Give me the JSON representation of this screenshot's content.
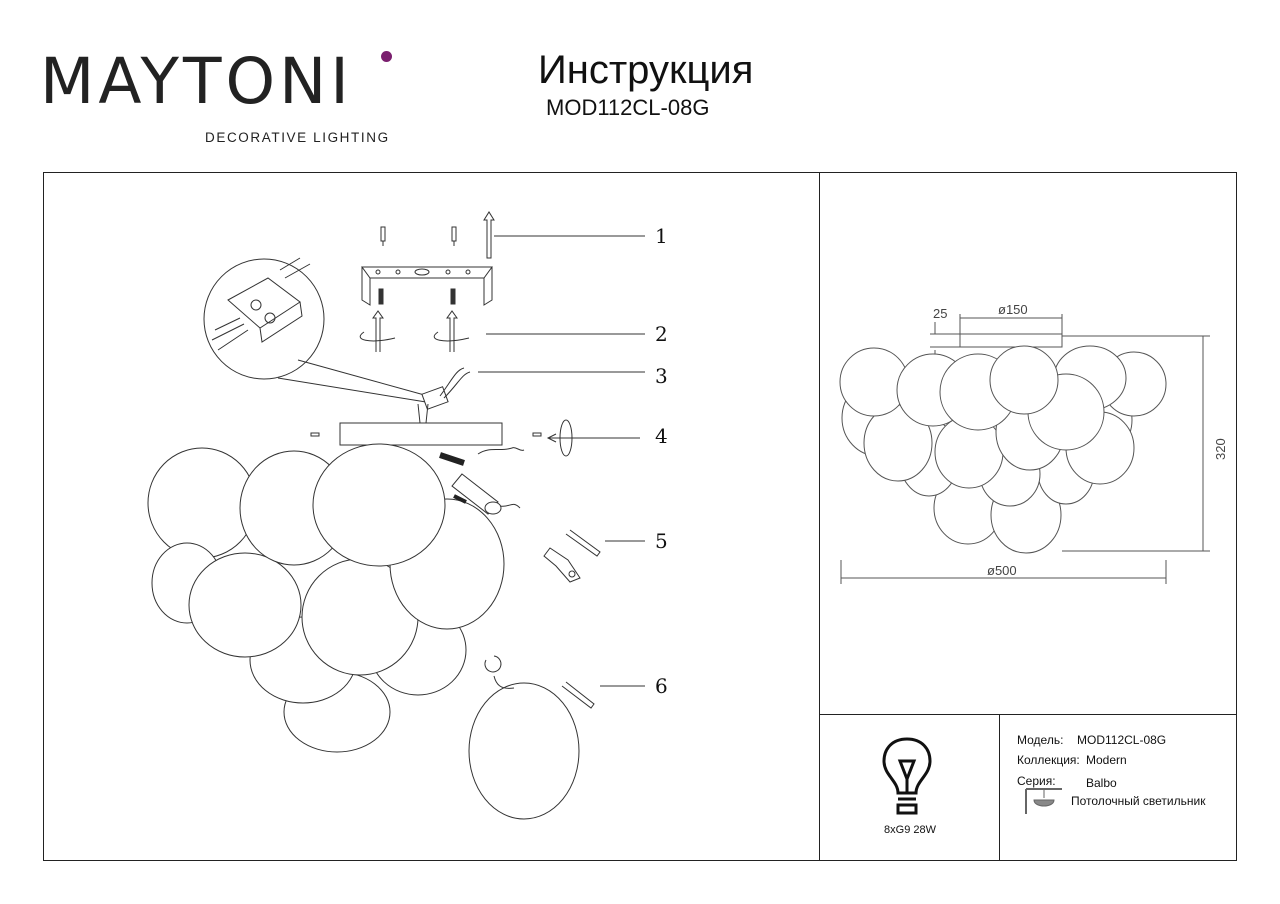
{
  "header": {
    "brand_name": "MAYTONI",
    "brand_tagline": "DECORATIVE LIGHTING",
    "title": "Инструкция",
    "model_code": "MOD112CL-08G"
  },
  "assembly": {
    "steps": [
      "1",
      "2",
      "3",
      "4",
      "5",
      "6"
    ]
  },
  "dimensions": {
    "height_label": "25",
    "base_label": "ø150",
    "total_height_label": "320",
    "diameter_label": "ø500"
  },
  "lamp": {
    "label": "8xG9 28W",
    "icon": "lightbulb-icon"
  },
  "specs": {
    "model_label": "Модель:",
    "model_value": "MOD112CL-08G",
    "collection_label": "Коллекция:",
    "collection_value": "Modern",
    "series_label": "Серия:",
    "series_value": "Balbo",
    "type_value": "Потолочный светильник",
    "type_icon": "ceiling-lamp-icon"
  }
}
